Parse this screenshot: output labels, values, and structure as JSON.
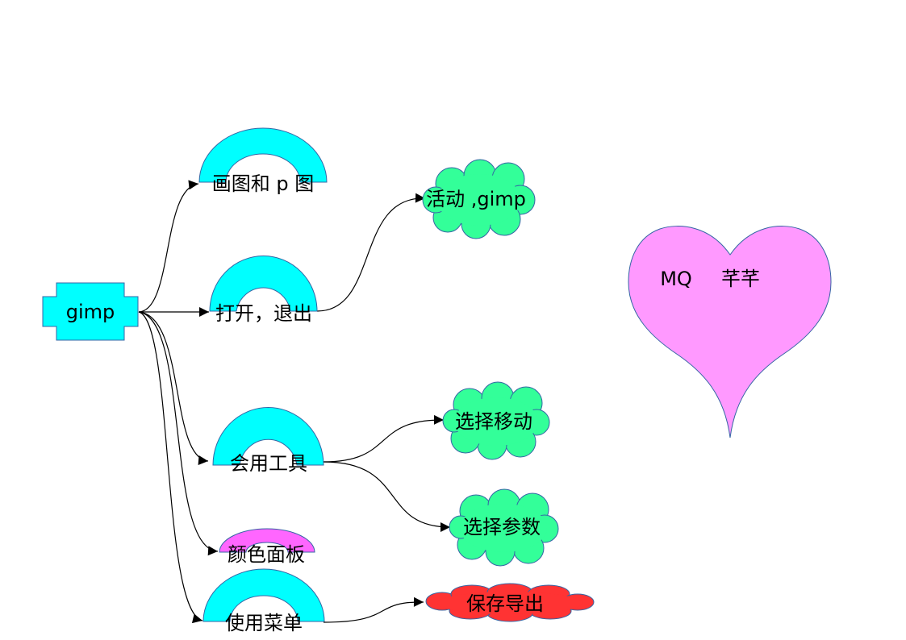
{
  "colors": {
    "cyan": "#00ffff",
    "magenta": "#ff66ff",
    "green": "#33ff99",
    "red": "#ff3333",
    "heart": "#ff99ff",
    "outline": "#3465a4"
  },
  "root": {
    "label": "gimp",
    "shape": "cross"
  },
  "branches": [
    {
      "label": "画图和 p 图",
      "shape": "arch",
      "color": "cyan"
    },
    {
      "label": "打开，退出",
      "shape": "arch",
      "color": "cyan",
      "children": [
        {
          "label": "活动 ,gimp",
          "shape": "cloud",
          "color": "green"
        }
      ]
    },
    {
      "label": "会用工具",
      "shape": "arch",
      "color": "cyan",
      "children": [
        {
          "label": "选择移动",
          "shape": "cloud",
          "color": "green"
        },
        {
          "label": "选择参数",
          "shape": "cloud",
          "color": "green"
        }
      ]
    },
    {
      "label": "颜色面板",
      "shape": "arch",
      "color": "magenta"
    },
    {
      "label": "使用菜单",
      "shape": "arch",
      "color": "cyan",
      "children": [
        {
          "label": "保存导出",
          "shape": "cloud",
          "color": "red"
        }
      ]
    }
  ],
  "heart": {
    "label_left": "MQ",
    "label_right": "芊芊"
  }
}
